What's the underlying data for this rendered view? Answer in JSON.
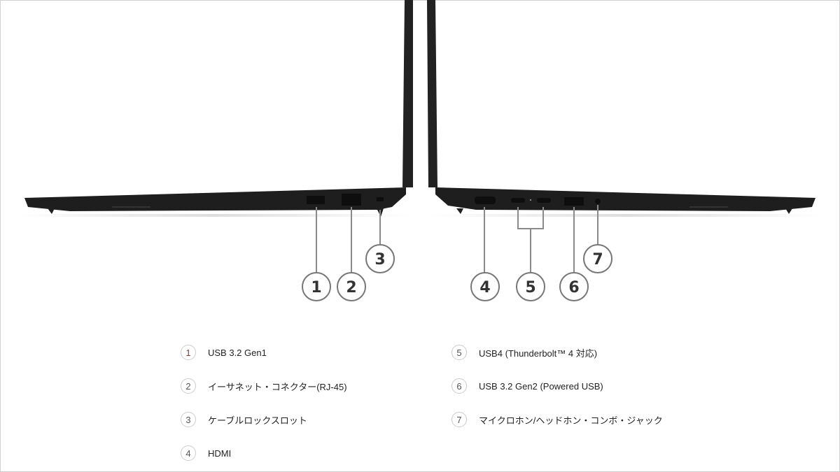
{
  "callouts": [
    "1",
    "2",
    "3",
    "4",
    "5",
    "6",
    "7"
  ],
  "legend": [
    {
      "num": "1",
      "label": "USB 3.2 Gen1"
    },
    {
      "num": "2",
      "label": "イーサネット・コネクター(RJ-45)"
    },
    {
      "num": "3",
      "label": "ケーブルロックスロット"
    },
    {
      "num": "4",
      "label": "HDMI"
    },
    {
      "num": "5",
      "label": "USB4 (Thunderbolt™ 4 対応)"
    },
    {
      "num": "6",
      "label": "USB 3.2 Gen2 (Powered USB)"
    },
    {
      "num": "7",
      "label": "マイクロホン/ヘッドホン・コンボ・ジャック"
    }
  ],
  "colors": {
    "laptop": "#1e1e1e",
    "callout_line": "#8a8a8a",
    "legend_circle": "#cccccc"
  }
}
